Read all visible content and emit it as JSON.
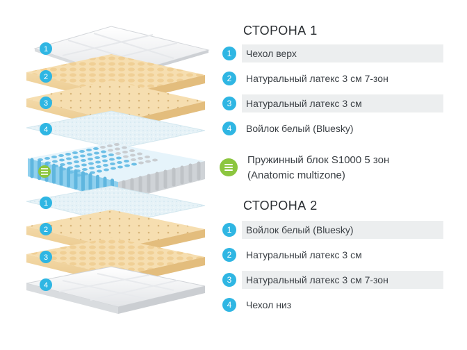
{
  "side1": {
    "title": "СТОРОНА 1",
    "items": [
      {
        "num": "1",
        "label": "Чехол верх"
      },
      {
        "num": "2",
        "label": "Натуральный латекс 3 см 7-зон"
      },
      {
        "num": "3",
        "label": "Натуральный латекс 3 см"
      },
      {
        "num": "4",
        "label": "Войлок белый (Bluesky)"
      }
    ]
  },
  "spring": {
    "line1": "Пружинный блок S1000 5 зон",
    "line2": "(Anatomic multizone)",
    "icon": "spring-block-icon"
  },
  "side2": {
    "title": "СТОРОНА 2",
    "items": [
      {
        "num": "1",
        "label": "Войлок белый (Bluesky)"
      },
      {
        "num": "2",
        "label": "Натуральный латекс 3 см"
      },
      {
        "num": "3",
        "label": "Натуральный латекс 3 см 7-зон"
      },
      {
        "num": "4",
        "label": "Чехол низ"
      }
    ]
  },
  "diagram": {
    "badges_side1": [
      "1",
      "2",
      "3",
      "4"
    ],
    "badges_side2": [
      "1",
      "2",
      "3",
      "4"
    ],
    "colors": {
      "accent": "#2fb6e3",
      "spring_accent": "#8cc63f",
      "latex": "#f6deb0",
      "felt": "#e4f1f6",
      "cover": "#f2f3f4",
      "springs_blue": "#7ec8ea",
      "springs_grey": "#d6d9dc"
    }
  }
}
